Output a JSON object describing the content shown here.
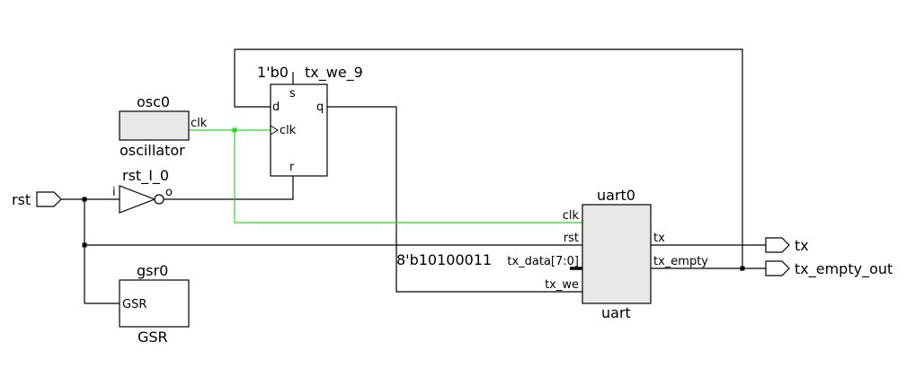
{
  "ports": {
    "rst": "rst",
    "tx": "tx",
    "tx_empty_out": "tx_empty_out"
  },
  "instances": {
    "osc0": {
      "name": "osc0",
      "type": "oscillator",
      "pin_clk": "clk"
    },
    "ff": {
      "name": "tx_we_9",
      "const": "1'b0",
      "pin_s": "s",
      "pin_d": "d",
      "pin_q": "q",
      "pin_clk": "clk",
      "pin_r": "r"
    },
    "inv": {
      "name": "rst_I_0",
      "pin_i": "i",
      "pin_o": "o"
    },
    "gsr": {
      "name": "gsr0",
      "type": "GSR",
      "pin": "GSR"
    },
    "uart": {
      "name": "uart0",
      "type": "uart",
      "pin_clk": "clk",
      "pin_rst": "rst",
      "pin_tx_data": "tx_data[7:0]",
      "pin_tx_we": "tx_we",
      "pin_tx": "tx",
      "pin_tx_empty": "tx_empty"
    }
  },
  "constants": {
    "tx_data_value": "8'b10100011"
  },
  "colors": {
    "clock_net": "#22dd22",
    "block_fill": "#e8e8e8",
    "wire": "#000000"
  }
}
